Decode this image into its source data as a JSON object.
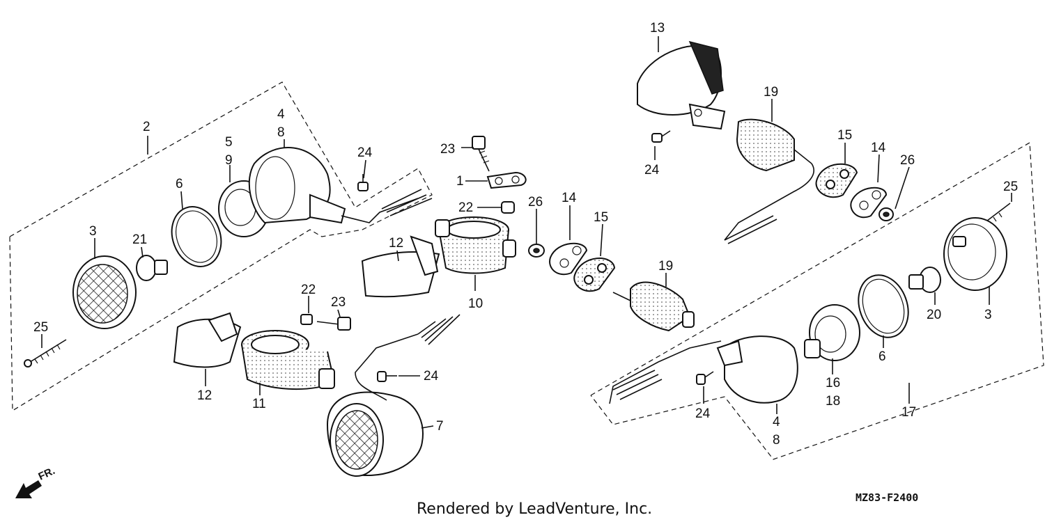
{
  "diagram": {
    "caption": "Rendered by LeadVenture, Inc.",
    "code": "MZ83-F2400",
    "front_indicator": "FR.",
    "callouts": {
      "c1": "1",
      "c2": "2",
      "c3a": "3",
      "c3b": "3",
      "c4a": "4",
      "c4b": "4",
      "c5": "5",
      "c6a": "6",
      "c6b": "6",
      "c7": "7",
      "c8a": "8",
      "c8b": "8",
      "c9": "9",
      "c10": "10",
      "c11": "11",
      "c12a": "12",
      "c12b": "12",
      "c13": "13",
      "c14a": "14",
      "c14b": "14",
      "c15a": "15",
      "c15b": "15",
      "c16": "16",
      "c17": "17",
      "c18": "18",
      "c19a": "19",
      "c19b": "19",
      "c20": "20",
      "c21": "21",
      "c22a": "22",
      "c22b": "22",
      "c23a": "23",
      "c23b": "23",
      "c24a": "24",
      "c24b": "24",
      "c24c": "24",
      "c24d": "24",
      "c25a": "25",
      "c25b": "25",
      "c26a": "26",
      "c26b": "26"
    }
  }
}
